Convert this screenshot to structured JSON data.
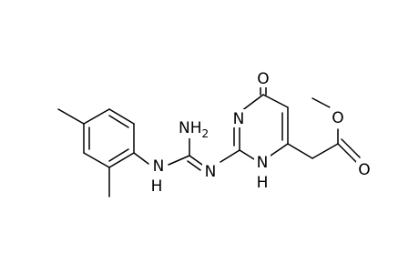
{
  "molecule": {
    "atoms": {
      "o_carbonyl_ring": "O",
      "n_ring_top": "N",
      "n_ring_nh": "N",
      "h_ring_nh": "H",
      "n_imine": "N",
      "n_aryl_nh": "N",
      "h_aryl_nh": "H",
      "n_amine": "NH",
      "n_amine_sub": "2",
      "o_ester_single": "O",
      "o_ester_double": "O"
    }
  }
}
